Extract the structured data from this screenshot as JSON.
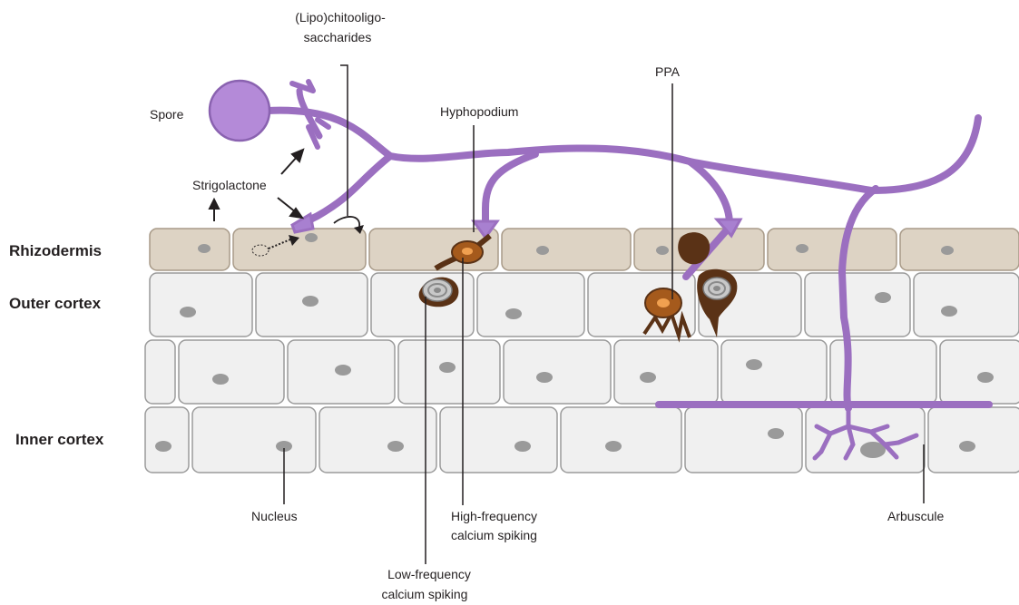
{
  "colors": {
    "hypha": "#9b6fc0",
    "hypha_fill": "#a880d0",
    "spore_fill": "#b48ad8",
    "rhizodermis_cell": "#ddd3c4",
    "rhizodermis_stroke": "#a89a88",
    "cortex_cell": "#f0f0f0",
    "cortex_stroke": "#9a9a9a",
    "nucleus": "#9a9a9a",
    "plant_response": "#a55a1c",
    "plant_response_dark": "#5a3216",
    "calcium_core": "#f0a050",
    "arrow": "#231f20"
  },
  "layers": {
    "rhizodermis": "Rhizodermis",
    "outer_cortex": "Outer cortex",
    "inner_cortex": "Inner cortex"
  },
  "labels": {
    "chitooligo_line1": "(Lipo)chitooligo-",
    "chitooligo_line2": "saccharides",
    "spore": "Spore",
    "strigolactone": "Strigolactone",
    "hyphopodium": "Hyphopodium",
    "ppa": "PPA",
    "nucleus": "Nucleus",
    "high_freq_line1": "High-frequency",
    "high_freq_line2": "calcium spiking",
    "low_freq_line1": "Low-frequency",
    "low_freq_line2": "calcium spiking",
    "arbuscule": "Arbuscule"
  }
}
